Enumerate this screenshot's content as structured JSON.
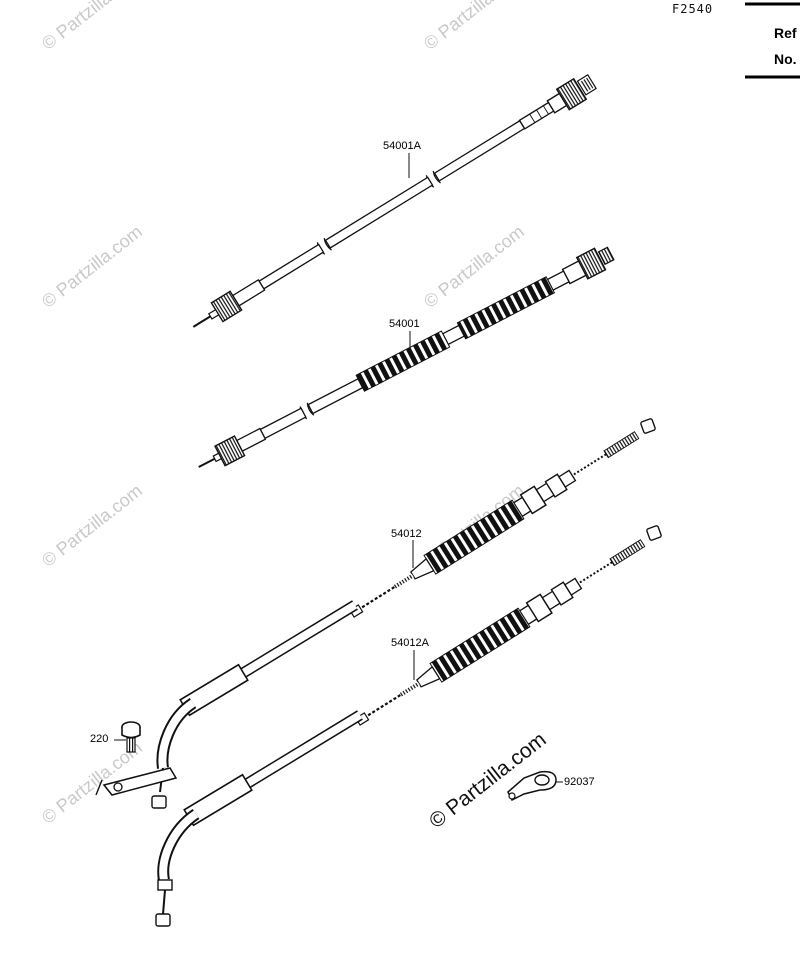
{
  "figure_code": "F2540",
  "ref_header": {
    "line1": "Ref",
    "line2": "No."
  },
  "watermark": "© Partzilla.com",
  "parts": [
    {
      "id": "p1",
      "label": "54001A"
    },
    {
      "id": "p2",
      "label": "54001"
    },
    {
      "id": "p3",
      "label": "54012"
    },
    {
      "id": "p4",
      "label": "54012A"
    },
    {
      "id": "p5",
      "label": "220"
    },
    {
      "id": "p6",
      "label": "92037"
    }
  ]
}
